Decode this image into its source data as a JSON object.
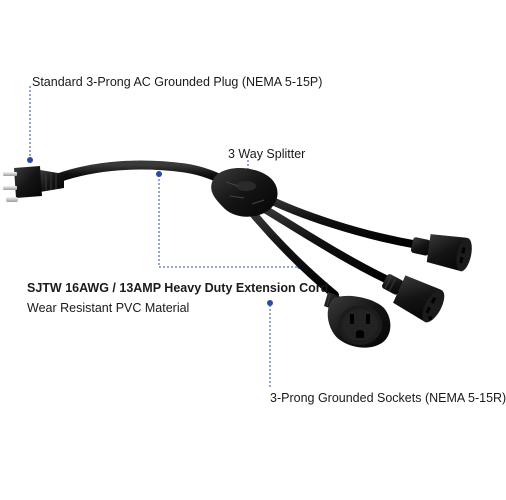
{
  "annotations": {
    "plug": "Standard 3-Prong AC Grounded Plug (NEMA 5-15P)",
    "splitter": "3 Way Splitter",
    "cord_spec": "SJTW 16AWG / 13AMP Heavy Duty Extension Cord",
    "material": "Wear Resistant PVC Material",
    "sockets": "3-Prong Grounded Sockets (NEMA 5-15R)"
  },
  "colors": {
    "cable": "#111111",
    "leader": "#2b4aa8",
    "dot": "#2b4aa8",
    "text": "#1a1a1a"
  }
}
